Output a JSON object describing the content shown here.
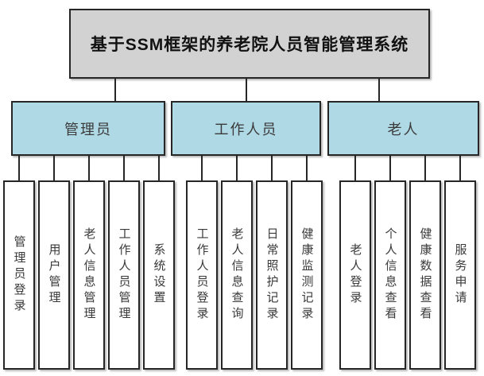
{
  "title": "基于SSM框架的养老院人员智能管理系统",
  "groups": [
    {
      "label": "管理员",
      "children": [
        "管理员登录",
        "用户管理",
        "老人信息管理",
        "工作人员管理",
        "系统设置"
      ]
    },
    {
      "label": "工作人员",
      "children": [
        "工作人员登录",
        "老人信息查询",
        "日常照护记录",
        "健康监测记录"
      ]
    },
    {
      "label": "老人",
      "children": [
        "老人登录",
        "个人信息查看",
        "健康数据查看",
        "服务申请"
      ]
    }
  ],
  "colors": {
    "root_fill": "#d2d2d2",
    "branch_fill": "#b0d9e6",
    "leaf_fill": "#ffffff",
    "border": "#262626"
  }
}
